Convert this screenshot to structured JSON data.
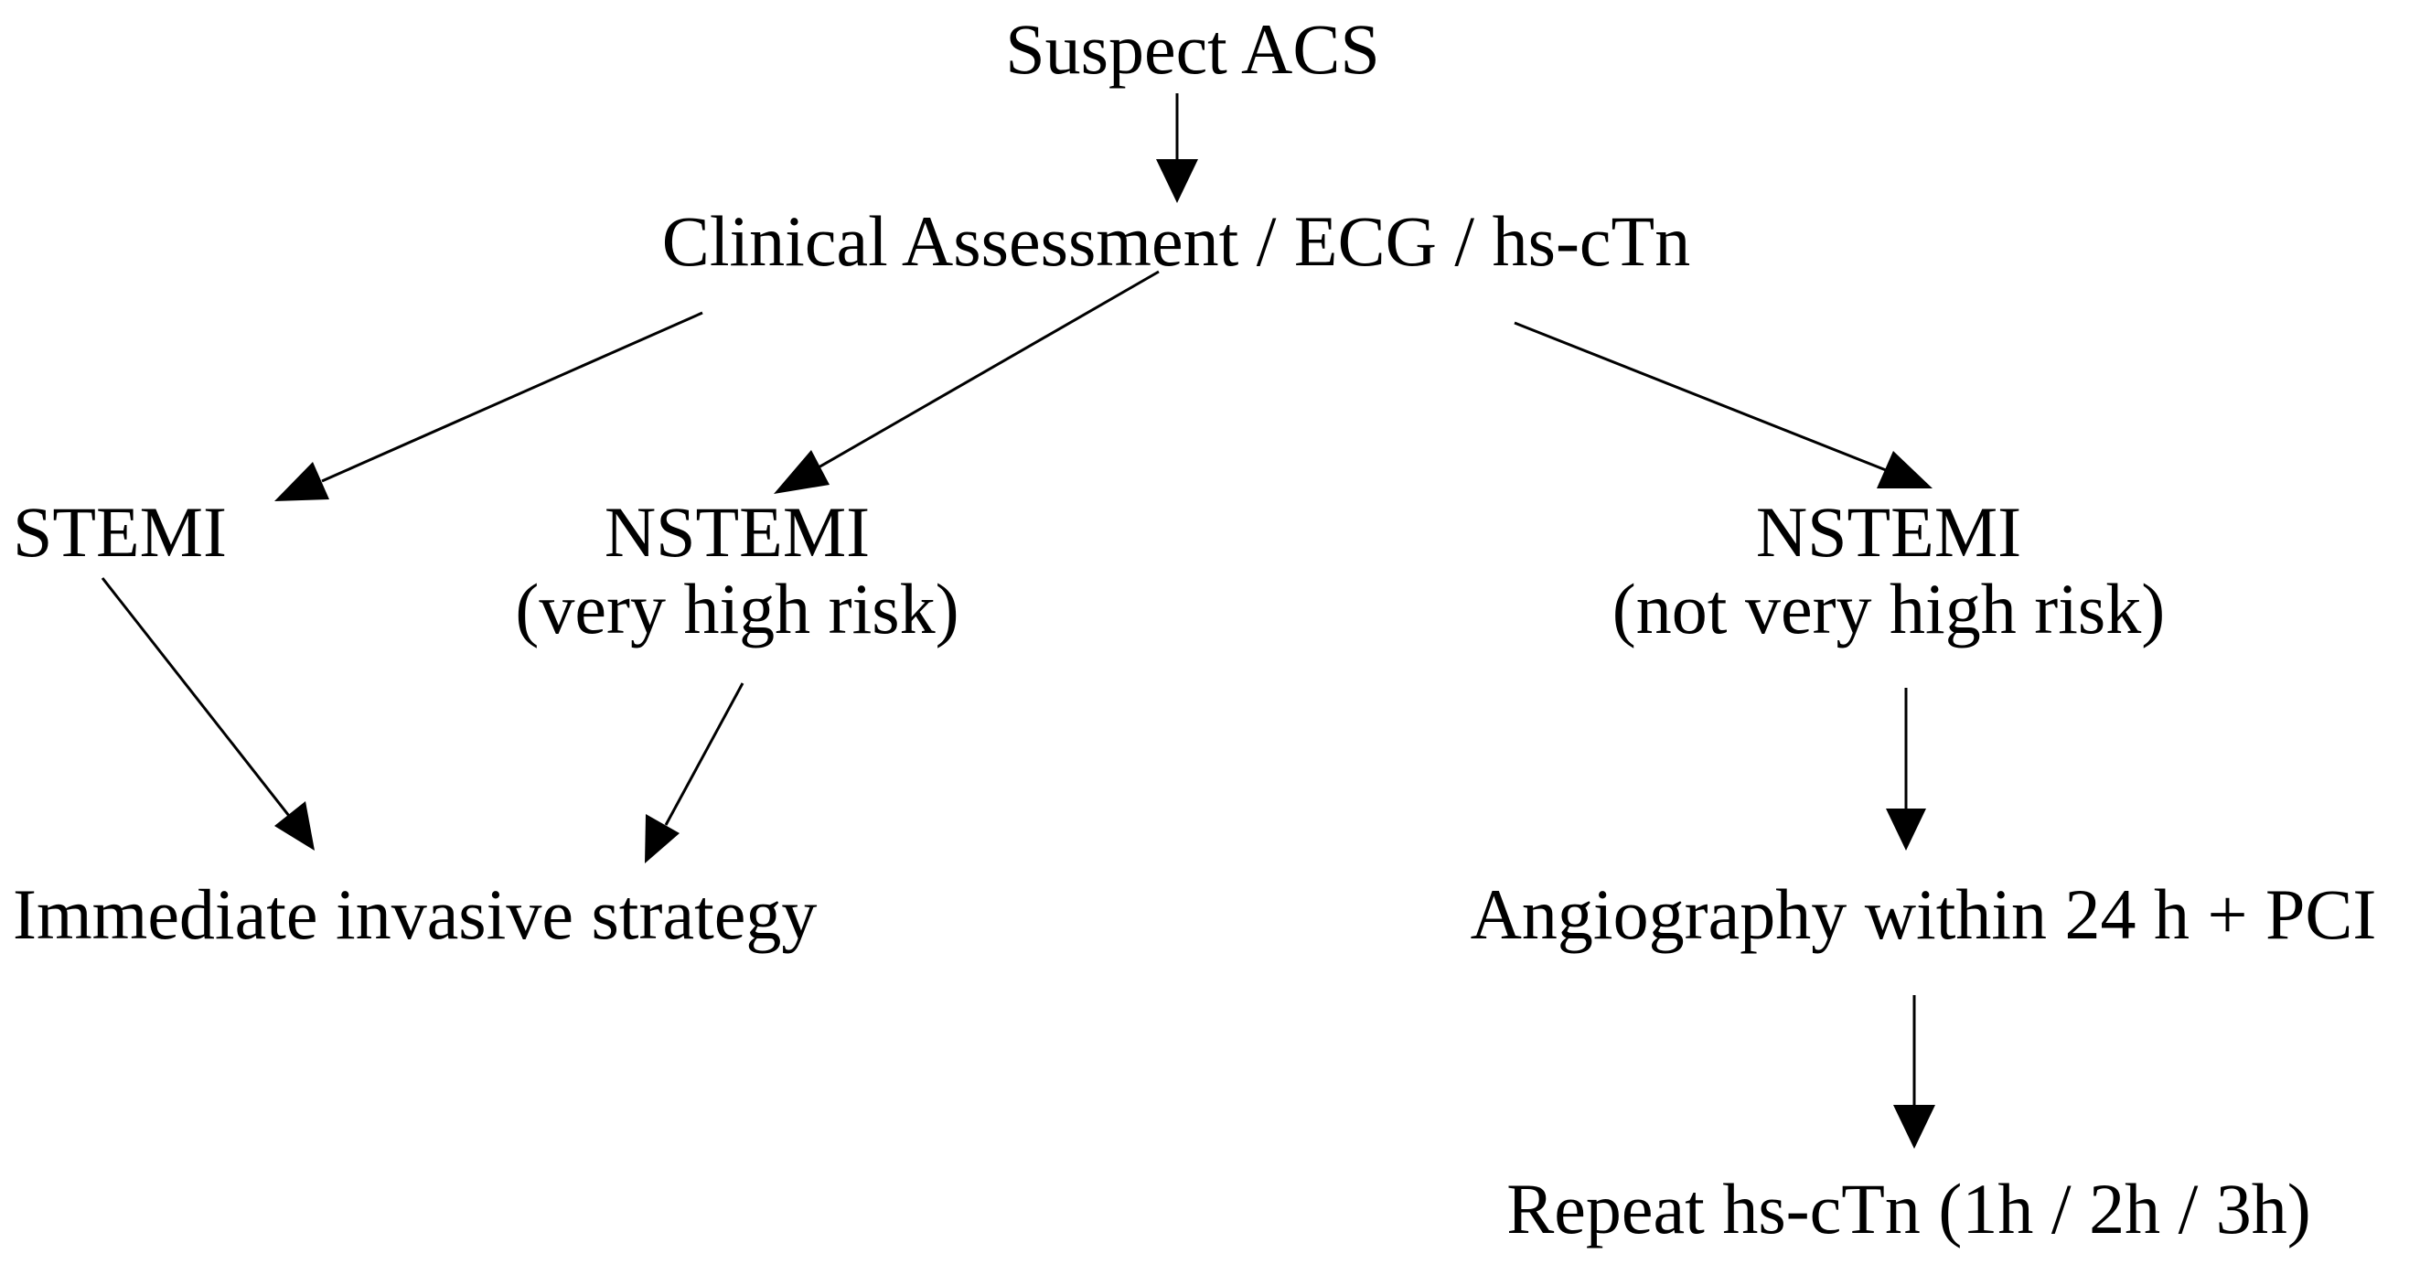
{
  "diagram": {
    "nodes": {
      "suspect": "Suspect ACS",
      "assessment": "Clinical Assessment / ECG / hs-cTn",
      "stemi": "STEMI",
      "nstemi_high_title": "NSTEMI",
      "nstemi_high_sub": "(very high risk)",
      "nstemi_low_title": "NSTEMI",
      "nstemi_low_sub": "(not very high risk)",
      "immediate": "Immediate invasive strategy",
      "angiography": "Angiography within 24 h + PCI",
      "repeat": "Repeat hs-cTn (1h / 2h / 3h)"
    },
    "colors": {
      "text": "#000000",
      "arrow": "#000000",
      "background": "#ffffff"
    }
  }
}
